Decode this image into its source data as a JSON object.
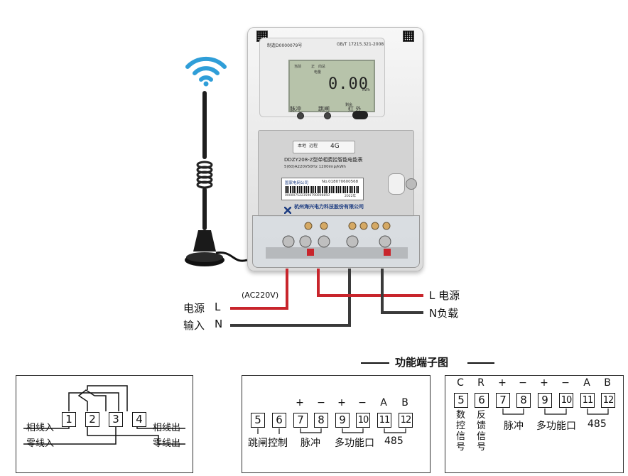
{
  "meter": {
    "certificate": "制造D0000079号",
    "standard": "GB/T 17215.321-2008",
    "lcd_labels": [
      "当前",
      "正",
      "向总",
      "电量"
    ],
    "lcd_value": "0.00",
    "lcd_unit": "kWh",
    "lcd_sub": "剩余",
    "pulse_label": "脉冲",
    "trip_label": "跳闸",
    "ir_label": "红 外",
    "module_status": [
      "本地",
      "远程"
    ],
    "module_name": "4G",
    "model": "DDZY208-Z型单相费控智能电能表",
    "spec": "5(60)A220V50Hz 1200imp/kWh",
    "owner": "国家电网公司",
    "serial": "No.018070600568",
    "barcode_number": "0000075223596790006850",
    "year": "2022年",
    "manufacturer": "杭州海兴电力科技股份有限公司"
  },
  "wiring": {
    "supply_label": "电源",
    "supply_phase": "L",
    "input_label": "输入",
    "input_phase": "N",
    "voltage": "(AC220V)",
    "out_l": "L 电源",
    "out_n": "N负载",
    "colors": {
      "live": "#c8252c",
      "neutral": "#3a3a3a"
    }
  },
  "diagram1": {
    "terminals": [
      "1",
      "2",
      "3",
      "4"
    ],
    "live_in": "相线入",
    "neutral_in": "零线入",
    "live_out": "相线出",
    "neutral_out": "零线出"
  },
  "diagram2": {
    "heading": "功能端子图",
    "terminals": [
      "5",
      "6",
      "7",
      "8",
      "9",
      "10",
      "11",
      "12"
    ],
    "signs": [
      "+",
      "−",
      "+",
      "−",
      "A",
      "B"
    ],
    "trip_control": "跳闸控制",
    "pulse": "脉冲",
    "multi_port": "多功能口",
    "rs485": "485"
  },
  "diagram3": {
    "top_letters": [
      "C",
      "R",
      "+",
      "−",
      "+",
      "−",
      "A",
      "B"
    ],
    "terminals": [
      "5",
      "6",
      "7",
      "8",
      "9",
      "10",
      "11",
      "12"
    ],
    "ctrl_signal": "数控信号",
    "feedback_signal": "反馈信号",
    "pulse": "脉冲",
    "multi_port": "多功能口",
    "rs485": "485"
  }
}
